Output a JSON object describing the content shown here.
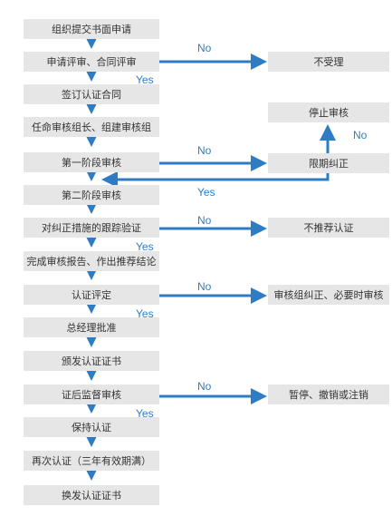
{
  "main_steps": [
    "组织提交书面申请",
    "申请评审、合同评审",
    "签订认证合同",
    "任命审核组长、组建审核组",
    "第一阶段审核",
    "第二阶段审核",
    "对纠正措施的跟踪验证",
    "完成审核报告、作出推荐结论",
    "认证评定",
    "总经理批准",
    "颁发认证证书",
    "证后监督审核",
    "保持认证",
    "再次认证（三年有效期满）",
    "换发认证证书"
  ],
  "side_outcomes": {
    "not_accepted": "不受理",
    "stop_audit": "停止审核",
    "deadline_correction": "限期纠正",
    "not_recommended": "不推荐认证",
    "audit_team_correction": "审核组纠正、必要时审核",
    "suspend_revoke": "暂停、撤销或注销"
  },
  "labels": {
    "no": "No",
    "yes": "Yes"
  },
  "colors": {
    "arrow": "#2e7dc4",
    "box_fill": "#e6e6e6",
    "text": "#333333"
  }
}
